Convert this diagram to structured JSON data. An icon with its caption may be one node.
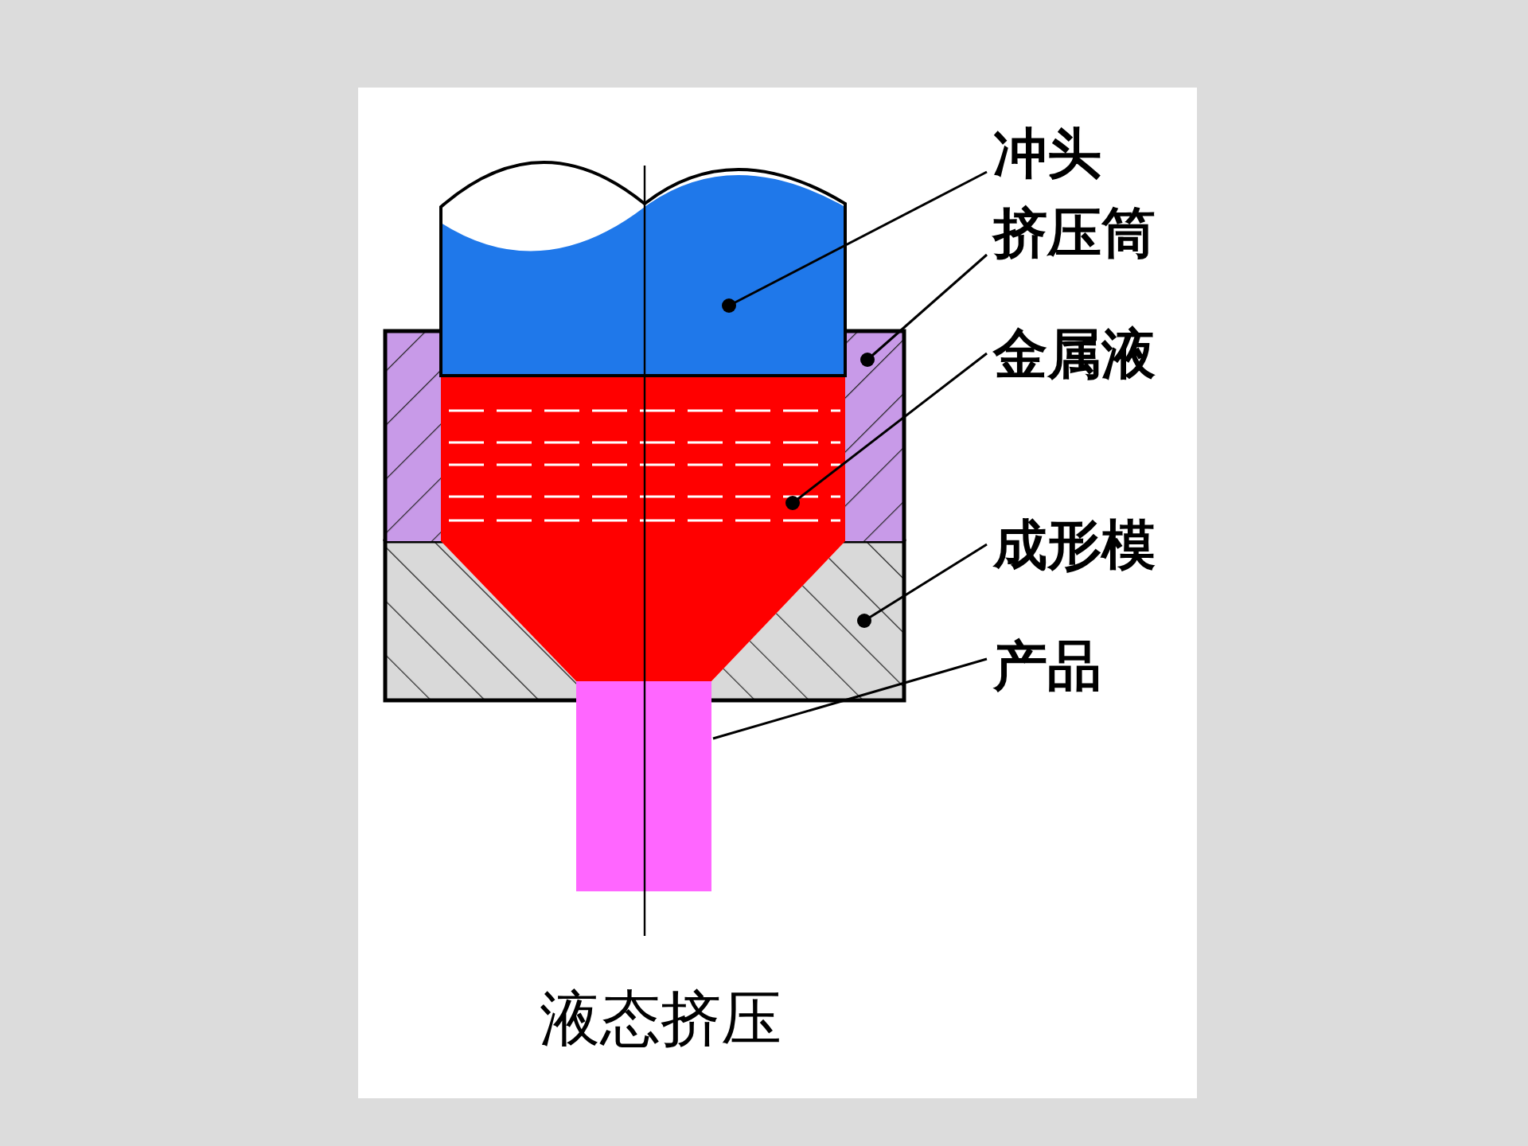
{
  "diagram": {
    "caption": "液态挤压",
    "nodes": [
      {
        "text": [
          "冲头"
        ]
      },
      {
        "text": [
          "挤压筒"
        ]
      },
      {
        "text": [
          "金属液"
        ]
      },
      {
        "text": [
          "成形模"
        ]
      },
      {
        "text": [
          "产品"
        ]
      },
      {
        "text": [],
        "shape": "picture"
      },
      {
        "text": [],
        "shape": "picture"
      },
      {
        "text": [],
        "shape": "picture"
      },
      {
        "text": [],
        "shape": "picture"
      },
      {
        "text": [],
        "shape": "bar"
      }
    ],
    "edges": [
      {
        "from": 0,
        "to": 5,
        "arrow": "other"
      },
      {
        "from": 1,
        "to": 6,
        "arrow": "other"
      },
      {
        "from": 2,
        "to": 7,
        "arrow": "other"
      },
      {
        "from": 3,
        "to": 8,
        "arrow": "other"
      },
      {
        "from": 4,
        "to": 9,
        "arrow": "none"
      }
    ]
  }
}
